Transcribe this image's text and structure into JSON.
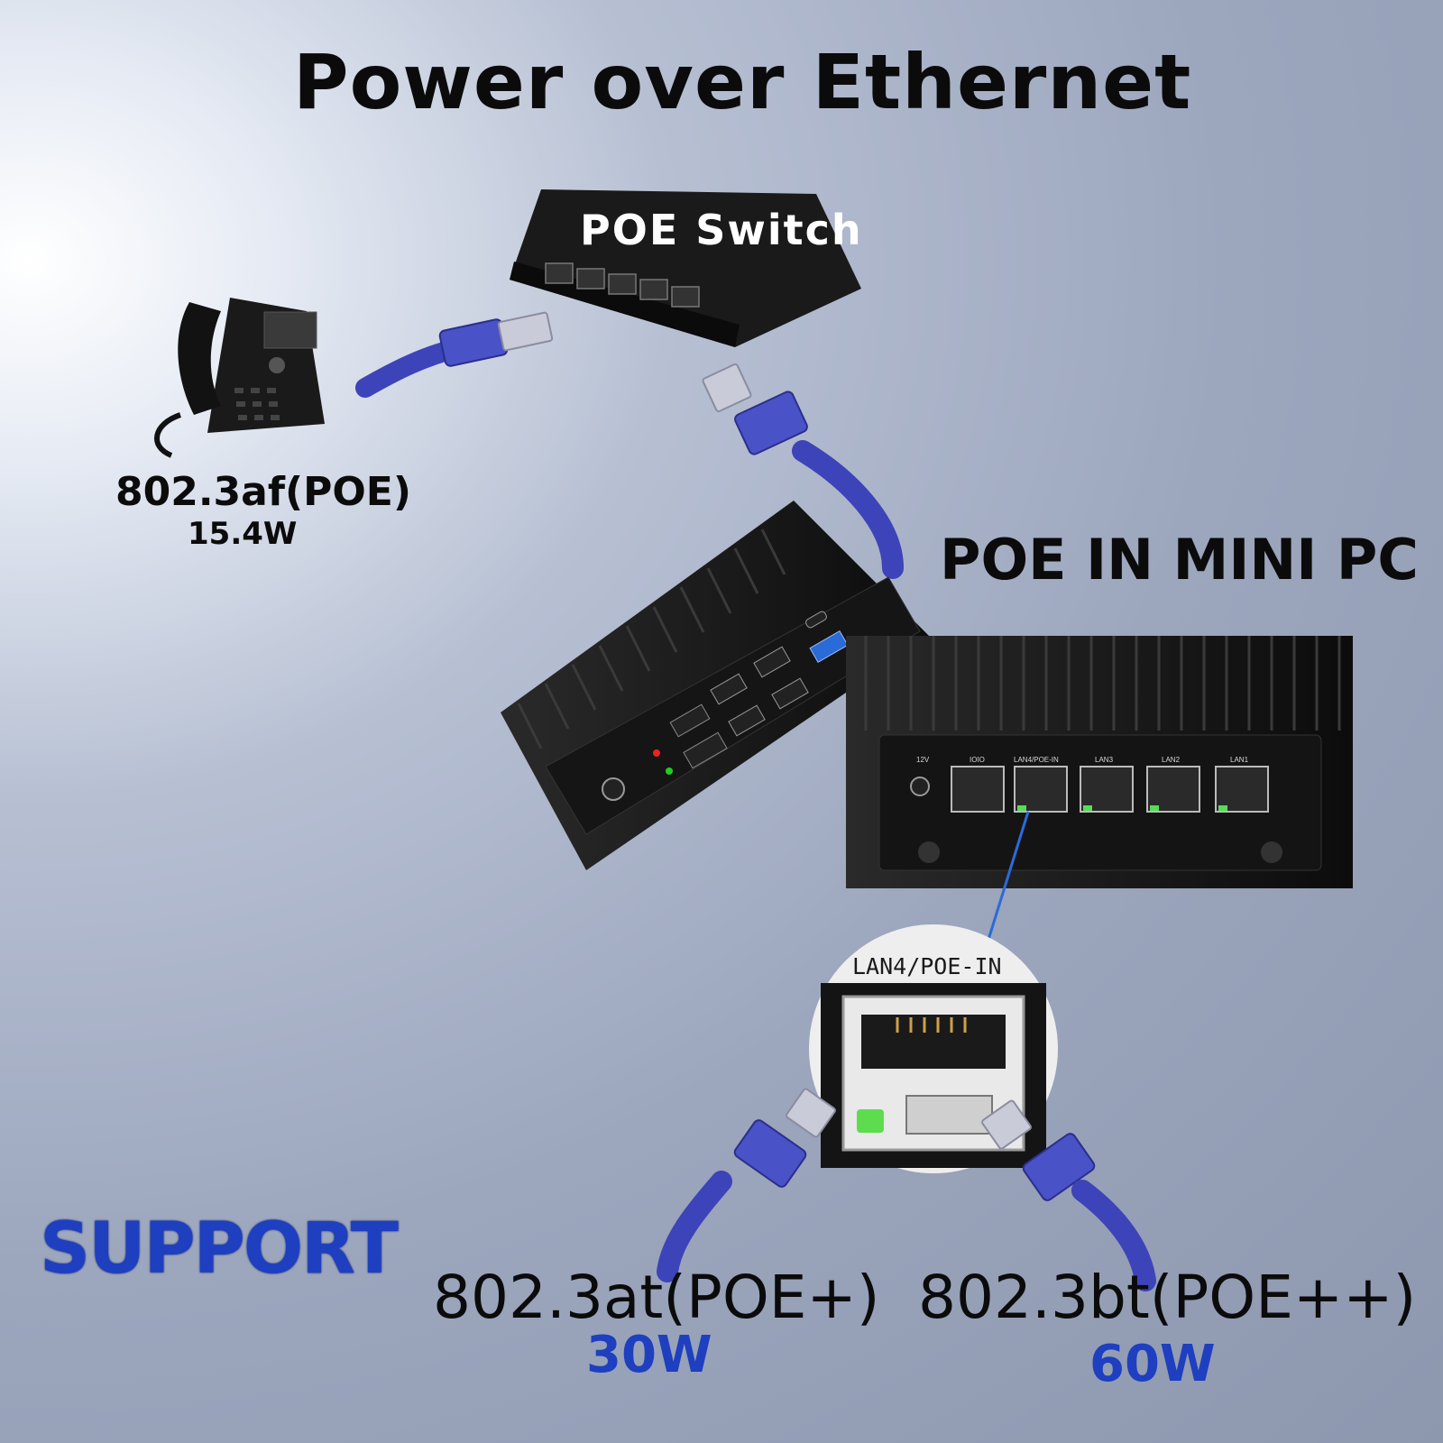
{
  "title": "Power over Ethernet",
  "switch": {
    "label": "POE Switch"
  },
  "phone": {
    "standard": "802.3af(POE)",
    "wattage": "15.4W"
  },
  "mini_pc": {
    "label": "POE IN MINI PC",
    "front_ports": [
      "12V",
      "IOIO",
      "LAN4/POE-IN",
      "LAN3",
      "LAN2",
      "LAN1"
    ],
    "zoom_label": "LAN4/POE-IN"
  },
  "support": {
    "heading": "SUPPORT",
    "items": [
      {
        "standard": "802.3at(POE+)",
        "wattage": "30W"
      },
      {
        "standard": "802.3bt(POE++)",
        "wattage": "60W"
      }
    ]
  },
  "colors": {
    "cable": "#3d43b8",
    "accent_text": "#1e3fbf",
    "device": "#141414"
  },
  "icons": [
    "ip-phone-icon",
    "poe-switch-icon",
    "mini-pc-icon",
    "ethernet-cable-icon",
    "rj45-port-icon"
  ]
}
